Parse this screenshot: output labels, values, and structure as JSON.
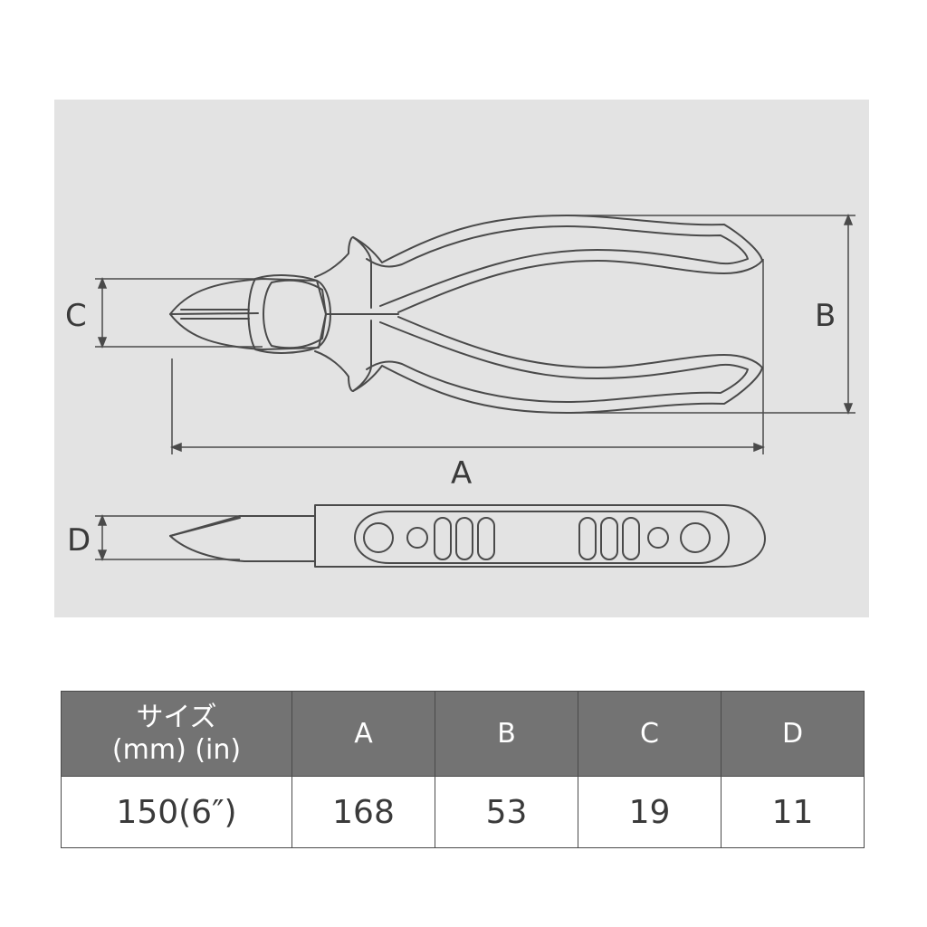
{
  "colors": {
    "panel_bg": "#e3e3e3",
    "line": "#4a4a4a",
    "header_bg": "#737373",
    "header_text": "#ffffff",
    "body_text": "#3a3a3a"
  },
  "dimensions": {
    "A": "A",
    "B": "B",
    "C": "C",
    "D": "D"
  },
  "table": {
    "header": {
      "size_line1": "サイズ",
      "size_line2": "(mm) (in)",
      "a": "A",
      "b": "B",
      "c": "C",
      "d": "D"
    },
    "row": {
      "size": "150(6″)",
      "a": "168",
      "b": "53",
      "c": "19",
      "d": "11"
    }
  }
}
